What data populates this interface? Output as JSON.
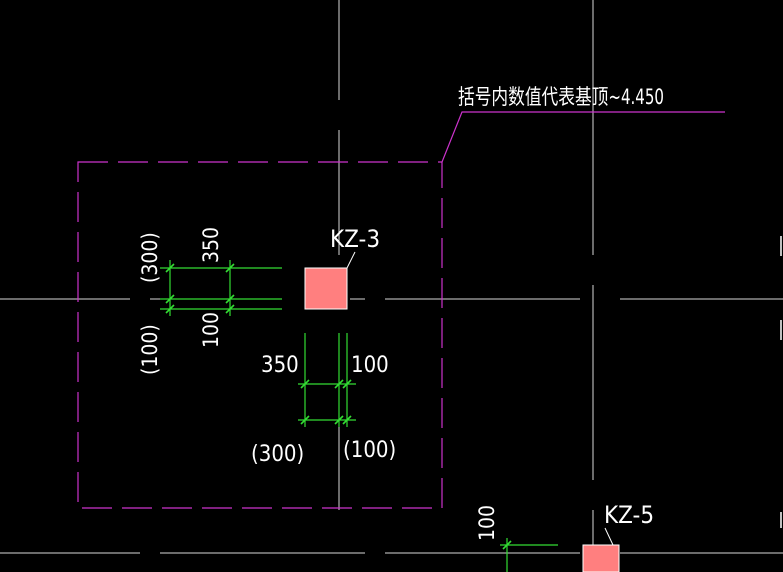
{
  "annotation": {
    "note": "括号内数值代表基顶~4.450"
  },
  "columns": [
    {
      "label": "KZ-3"
    },
    {
      "label": "KZ-5"
    }
  ],
  "dimensions": {
    "left_top": "(300)",
    "left_top2": "350",
    "left_bottom": "(100)",
    "left_bottom2": "100",
    "bottom_350": "350",
    "bottom_100": "100",
    "bottom_300": "(300)",
    "bottom_p100": "(100)",
    "kz5_100": "100"
  },
  "colors": {
    "background": "#000000",
    "axis": "#ffffff",
    "outline": "#cc33cc",
    "dimension": "#33dd33",
    "column_fill": "#ff7f7f"
  }
}
